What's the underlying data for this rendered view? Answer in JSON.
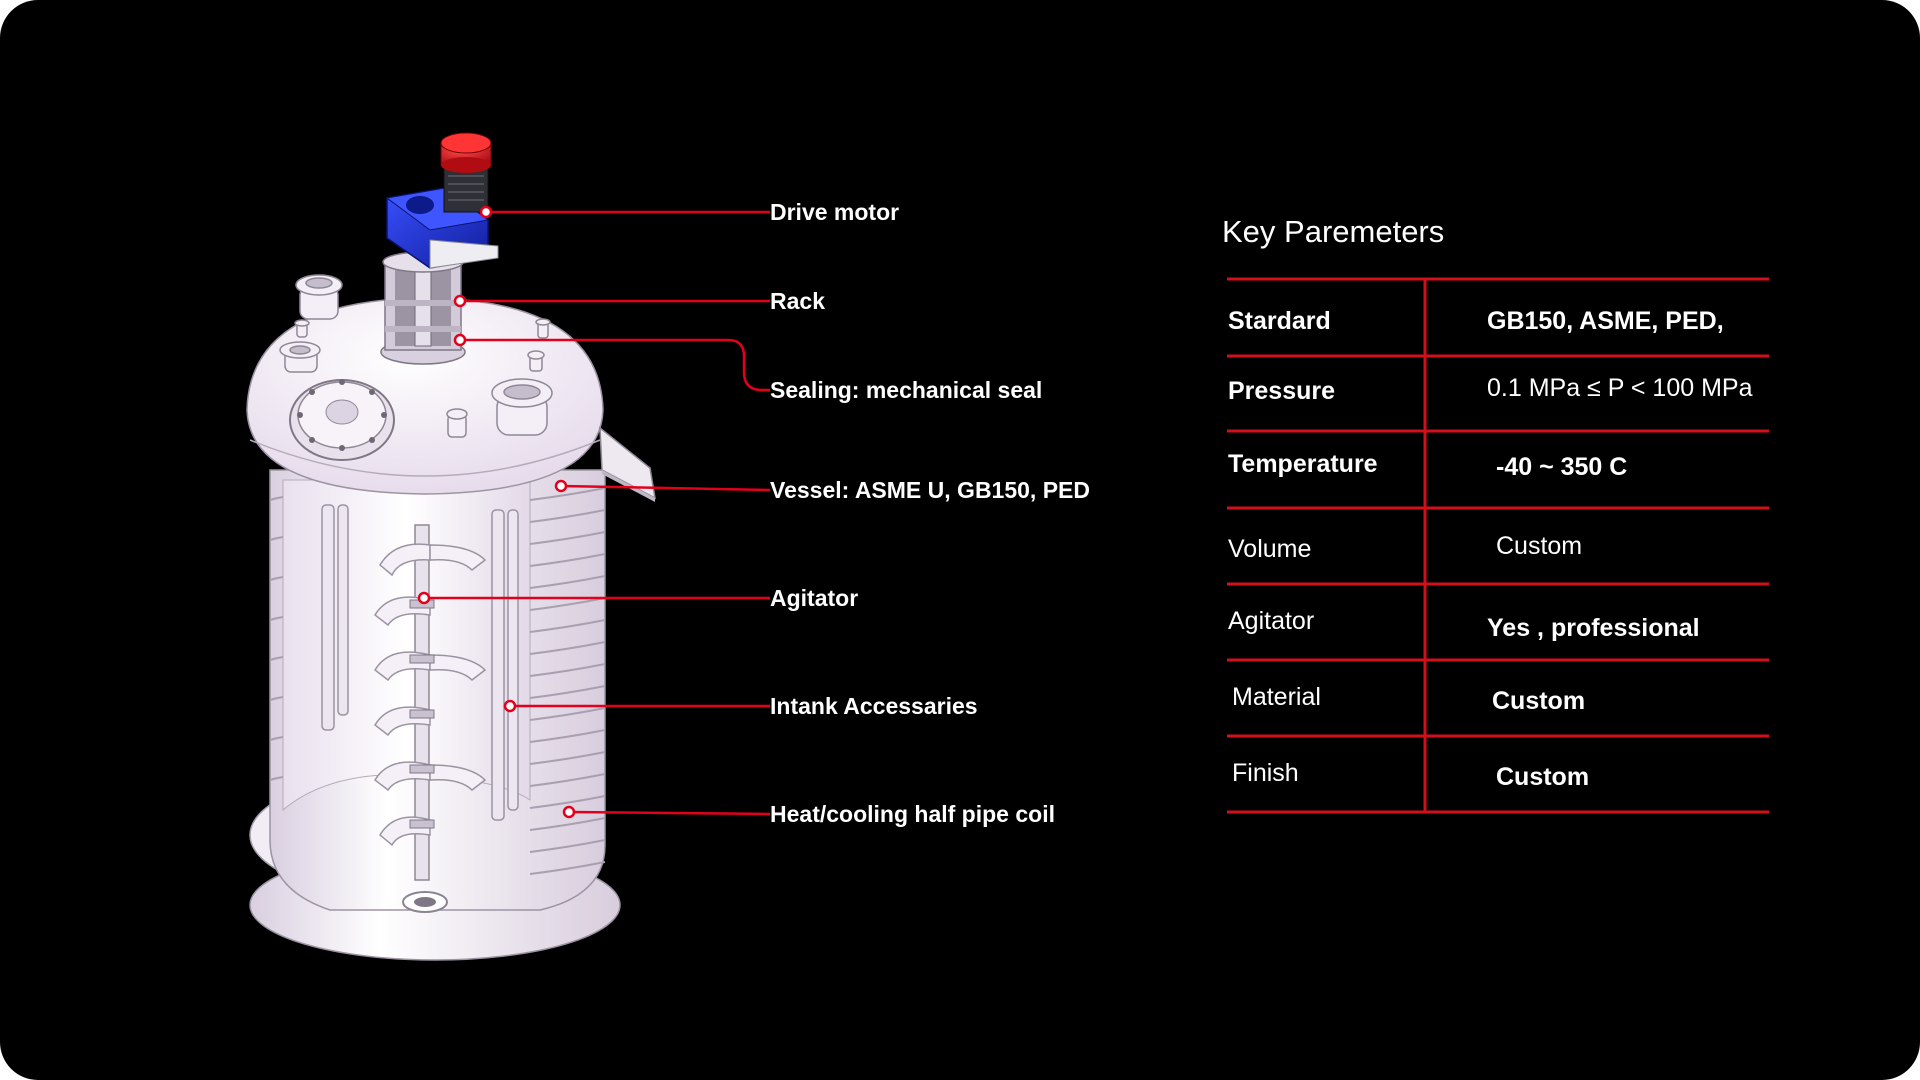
{
  "colors": {
    "background": "#000000",
    "leader": "#e3001b",
    "table_rule": "#d20f1d",
    "motor_cap": "#e1141b",
    "gearbox": "#1a2fd1",
    "vessel": "#f4eef6",
    "text": "#ffffff"
  },
  "diagram": {
    "callouts": [
      {
        "id": "drive-motor",
        "label": "Drive motor"
      },
      {
        "id": "rack",
        "label": "Rack"
      },
      {
        "id": "sealing",
        "label": "Sealing: mechanical seal"
      },
      {
        "id": "vessel",
        "label": "Vessel: ASME U, GB150, PED"
      },
      {
        "id": "agitator",
        "label": "Agitator"
      },
      {
        "id": "intank",
        "label": "Intank Accessaries"
      },
      {
        "id": "coil",
        "label": "Heat/cooling half pipe coil"
      }
    ]
  },
  "parameters": {
    "title": "Key Paremeters",
    "rows": [
      {
        "label": "Stardard",
        "value": "GB150, ASME, PED,"
      },
      {
        "label": "Pressure",
        "value": "0.1 MPa ≤ P < 100 MPa"
      },
      {
        "label": "Temperature",
        "value": "-40 ~ 350 C"
      },
      {
        "label": "Volume",
        "value": "Custom"
      },
      {
        "label": "Agitator",
        "value": "Yes , professional"
      },
      {
        "label": "Material",
        "value": "Custom"
      },
      {
        "label": "Finish",
        "value": "Custom"
      }
    ]
  }
}
